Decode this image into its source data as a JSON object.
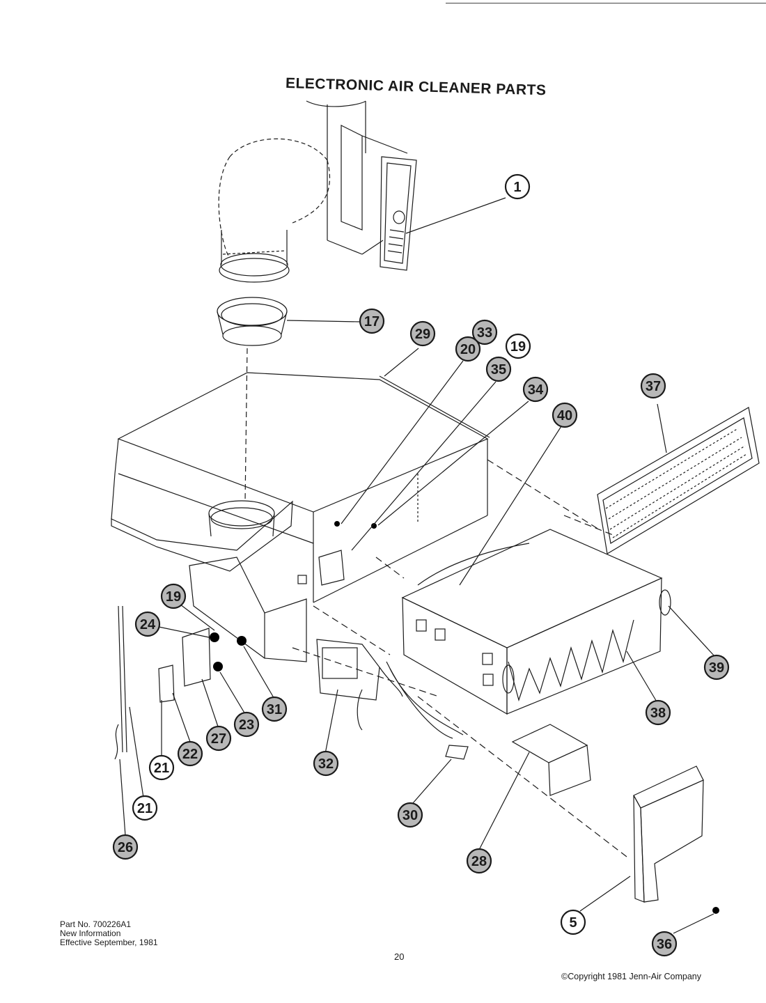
{
  "title": "ELECTRONIC AIR CLEANER PARTS",
  "callouts": [
    {
      "label": "1",
      "style": "open"
    },
    {
      "label": "17",
      "style": "filled"
    },
    {
      "label": "29",
      "style": "filled"
    },
    {
      "label": "33",
      "style": "filled"
    },
    {
      "label": "20",
      "style": "filled"
    },
    {
      "label": "19",
      "style": "open"
    },
    {
      "label": "35",
      "style": "filled"
    },
    {
      "label": "34",
      "style": "filled"
    },
    {
      "label": "40",
      "style": "filled"
    },
    {
      "label": "37",
      "style": "filled"
    },
    {
      "label": "19",
      "style": "filled"
    },
    {
      "label": "24",
      "style": "filled"
    },
    {
      "label": "31",
      "style": "filled"
    },
    {
      "label": "23",
      "style": "filled"
    },
    {
      "label": "27",
      "style": "filled"
    },
    {
      "label": "22",
      "style": "filled"
    },
    {
      "label": "21",
      "style": "open"
    },
    {
      "label": "21",
      "style": "open"
    },
    {
      "label": "26",
      "style": "filled"
    },
    {
      "label": "32",
      "style": "filled"
    },
    {
      "label": "30",
      "style": "filled"
    },
    {
      "label": "28",
      "style": "filled"
    },
    {
      "label": "39",
      "style": "filled"
    },
    {
      "label": "38",
      "style": "filled"
    },
    {
      "label": "5",
      "style": "open"
    },
    {
      "label": "36",
      "style": "filled"
    }
  ],
  "footer": {
    "part_no": "Part No. 700226A1",
    "line2": "New Information",
    "line3": "Effective September, 1981",
    "page_number": "20",
    "copyright": "©Copyright 1981 Jenn-Air Company"
  },
  "colors": {
    "ink": "#1a1a1a",
    "filled_callout": "#b8b8b8",
    "paper": "#ffffff"
  }
}
